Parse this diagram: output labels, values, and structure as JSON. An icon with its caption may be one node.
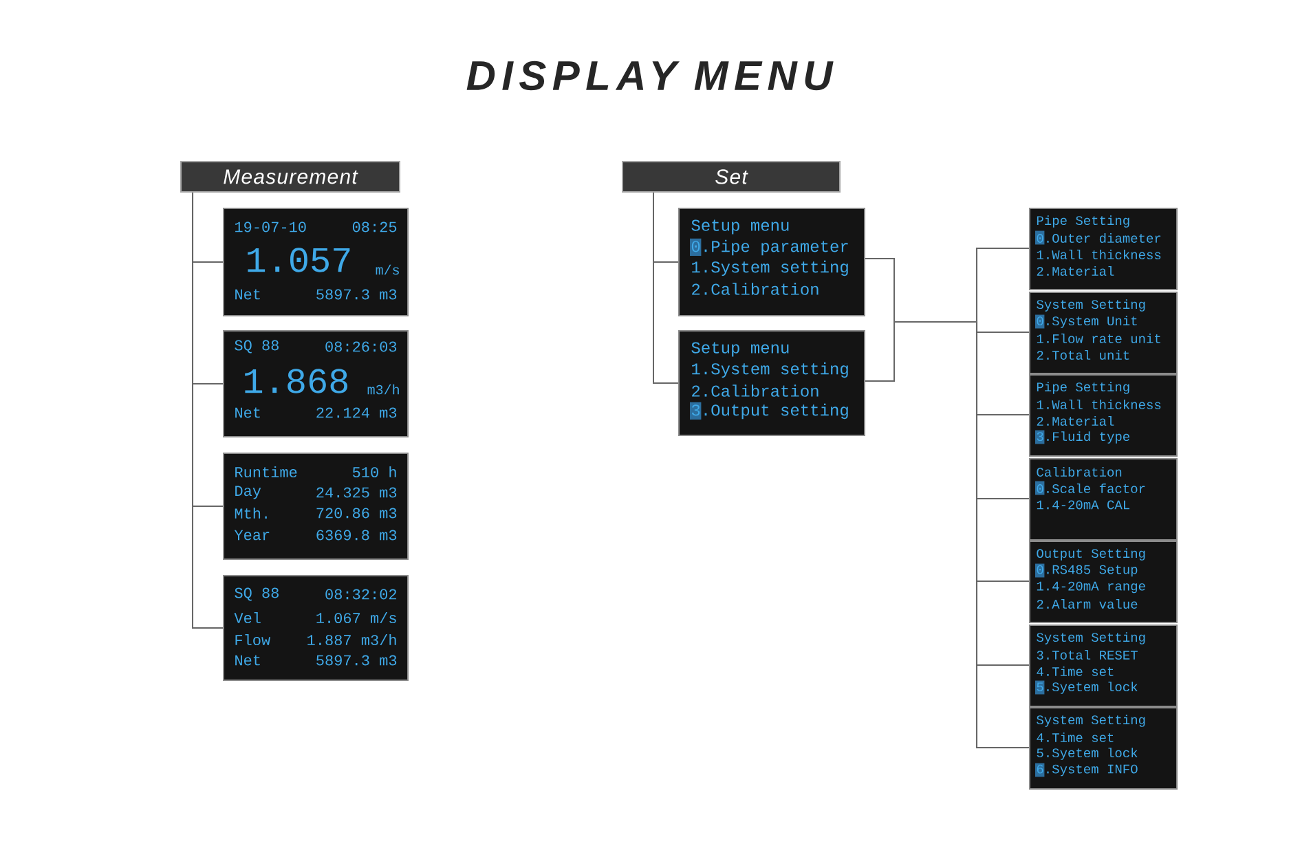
{
  "diagram": {
    "title": "DISPLAY MENU",
    "nodes": [
      {
        "text": [
          "Measurement"
        ]
      },
      {
        "text": [
          "19-07-10",
          "08:25",
          "1.057",
          "m/s",
          "Net",
          "5897.3 m3"
        ]
      },
      {
        "text": [
          "SQ 88",
          "08:26:03",
          "1.868",
          "m3/h",
          "Net",
          "22.124 m3"
        ]
      },
      {
        "text": [
          "Runtime",
          "510 h",
          "Day",
          "24.325 m3",
          "Mth.",
          "720.86 m3",
          "Year",
          "6369.8 m3"
        ]
      },
      {
        "text": [
          "SQ 88",
          "08:32:02",
          "Vel",
          "1.067 m/s",
          "Flow",
          "1.887 m3/h",
          "Net",
          "5897.3 m3"
        ]
      },
      {
        "text": [
          "Set"
        ]
      },
      {
        "text": [
          "Setup menu",
          "0.Pipe parameter",
          "1.System setting",
          "2.Calibration"
        ]
      },
      {
        "text": [
          "Setup menu",
          "1.System setting",
          "2.Calibration",
          "3.Output setting"
        ]
      },
      {
        "text": [
          "Pipe Setting",
          "0.Outer diameter",
          "1.Wall thickness",
          "2.Material"
        ]
      },
      {
        "text": [
          "System Setting",
          "0.System Unit",
          "1.Flow rate unit",
          "2.Total unit"
        ]
      },
      {
        "text": [
          "Pipe Setting",
          "1.Wall thickness",
          "2.Material",
          "3.Fluid type"
        ]
      },
      {
        "text": [
          "Calibration",
          "0.Scale factor",
          "1.4-20mA CAL"
        ]
      },
      {
        "text": [
          "Output Setting",
          "0.RS485 Setup",
          "1.4-20mA range",
          "2.Alarm value"
        ]
      },
      {
        "text": [
          "System Setting",
          "3.Total RESET",
          "4.Time set",
          "5.Syetem lock"
        ]
      },
      {
        "text": [
          "System Setting",
          "4.Time set",
          "5.Syetem lock",
          "6.System INFO"
        ]
      }
    ],
    "edges": [
      {
        "from": 0,
        "to": 1,
        "arrow": "none"
      },
      {
        "from": 0,
        "to": 2,
        "arrow": "none"
      },
      {
        "from": 0,
        "to": 3,
        "arrow": "none"
      },
      {
        "from": 0,
        "to": 4,
        "arrow": "none"
      },
      {
        "from": 5,
        "to": 6,
        "arrow": "none"
      },
      {
        "from": 5,
        "to": 7,
        "arrow": "none"
      },
      {
        "from": 6,
        "to": 8,
        "arrow": "none"
      },
      {
        "from": 6,
        "to": 9,
        "arrow": "none"
      },
      {
        "from": 6,
        "to": 10,
        "arrow": "none"
      },
      {
        "from": 6,
        "to": 11,
        "arrow": "none"
      },
      {
        "from": 6,
        "to": 12,
        "arrow": "none"
      },
      {
        "from": 6,
        "to": 13,
        "arrow": "none"
      },
      {
        "from": 6,
        "to": 14,
        "arrow": "none"
      },
      {
        "from": 7,
        "to": 8,
        "arrow": "none"
      },
      {
        "from": 7,
        "to": 9,
        "arrow": "none"
      },
      {
        "from": 7,
        "to": 10,
        "arrow": "none"
      },
      {
        "from": 7,
        "to": 11,
        "arrow": "none"
      },
      {
        "from": 7,
        "to": 12,
        "arrow": "none"
      },
      {
        "from": 7,
        "to": 13,
        "arrow": "none"
      },
      {
        "from": 7,
        "to": 14,
        "arrow": "none"
      }
    ]
  }
}
